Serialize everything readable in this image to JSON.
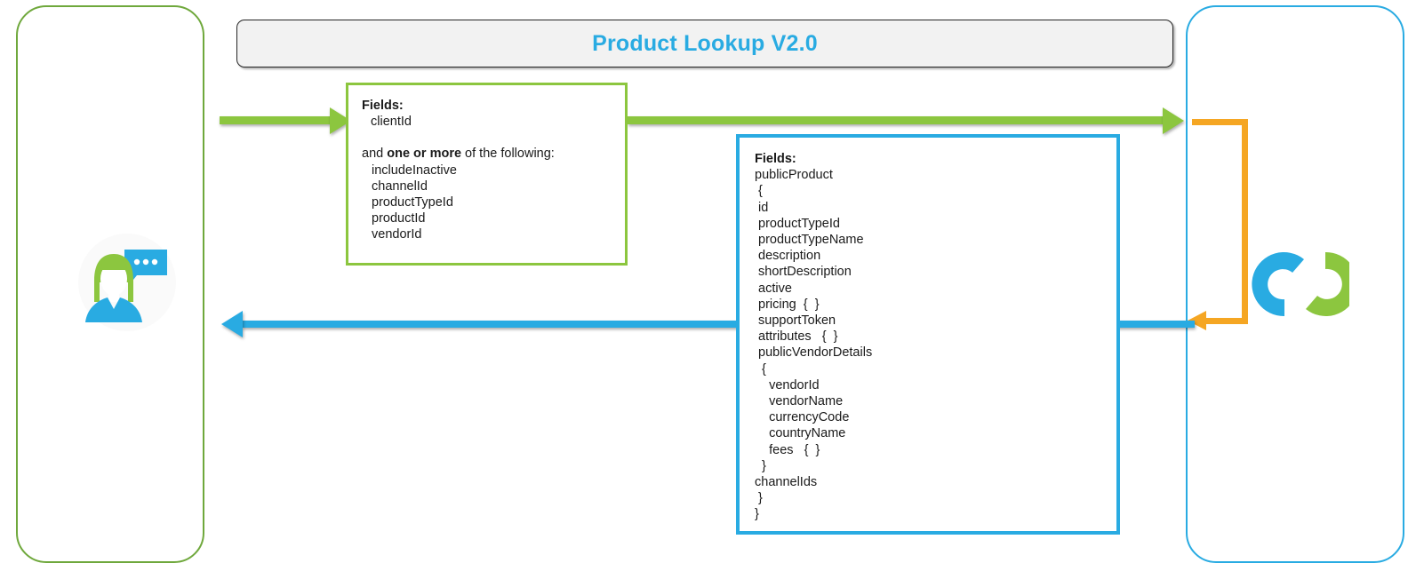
{
  "diagram": {
    "title": "Product Lookup V2.0",
    "title_color": "#29ABE2",
    "colors": {
      "request_green": "#8CC63F",
      "lane_green": "#6FA83C",
      "response_blue": "#29ABE2",
      "internal_orange": "#F5A623",
      "title_bar_fill": "#F2F2F2",
      "title_bar_border": "#262626"
    }
  },
  "lanes": {
    "client": {
      "name": "client-lane"
    },
    "service": {
      "name": "service-lane"
    }
  },
  "icons": {
    "client": "user-with-speech-bubble-icon",
    "service": "interlocking-rings-logo-icon"
  },
  "request_box": {
    "heading": "Fields:",
    "required_fields": [
      "clientId"
    ],
    "optional_note_prefix": "and ",
    "optional_note_bold": "one or more",
    "optional_note_suffix": " of the following:",
    "optional_fields": [
      "includeInactive",
      "channelId",
      "productTypeId",
      "productId",
      "vendorId"
    ]
  },
  "response_box": {
    "heading": "Fields:",
    "lines": [
      "publicProduct",
      " {",
      " id",
      " productTypeId",
      " productTypeName",
      " description",
      " shortDescription",
      " active",
      " pricing  {  }",
      " supportToken",
      " attributes   {  }",
      " publicVendorDetails",
      "  {",
      "    vendorId",
      "    vendorName",
      "    currencyCode",
      "    countryName",
      "    fees   {  }",
      "  }",
      "channelIds",
      " }",
      "}"
    ]
  },
  "connectors": [
    {
      "name": "request-arrow-client-to-request-box",
      "color": "#8CC63F",
      "direction": "right"
    },
    {
      "name": "request-arrow-request-box-to-service",
      "color": "#8CC63F",
      "direction": "right"
    },
    {
      "name": "internal-service-loop",
      "color": "#F5A623",
      "direction": "left"
    },
    {
      "name": "response-arrow-service-to-client",
      "color": "#29ABE2",
      "direction": "left"
    }
  ]
}
